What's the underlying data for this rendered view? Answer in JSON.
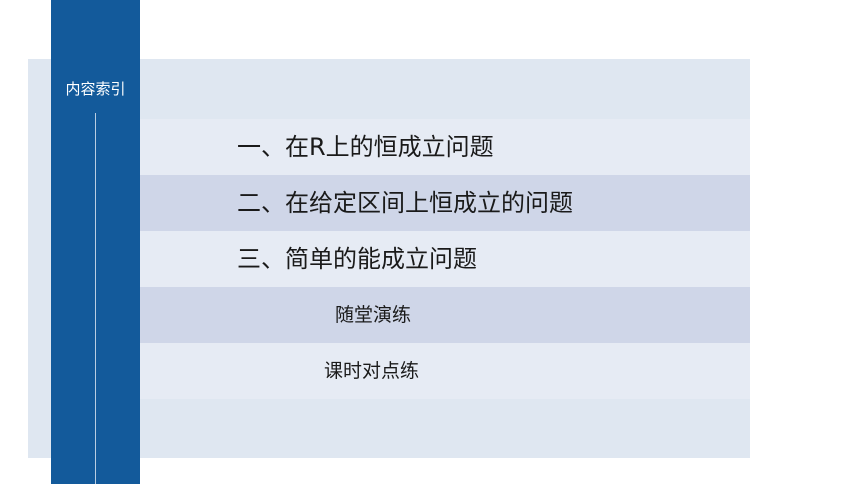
{
  "sidebar": {
    "title": "内容索引"
  },
  "items": [
    {
      "label": "一、在R上的恒成立问题"
    },
    {
      "label": "二、在给定区间上恒成立的问题"
    },
    {
      "label": "三、简单的能成立问题"
    },
    {
      "label": "随堂演练"
    },
    {
      "label": "课时对点练"
    }
  ],
  "colors": {
    "sidebar": "#135a9b",
    "panel": "#dfe7f1",
    "row_light": "#e6ebf4",
    "row_dark": "#cfd6e8"
  }
}
